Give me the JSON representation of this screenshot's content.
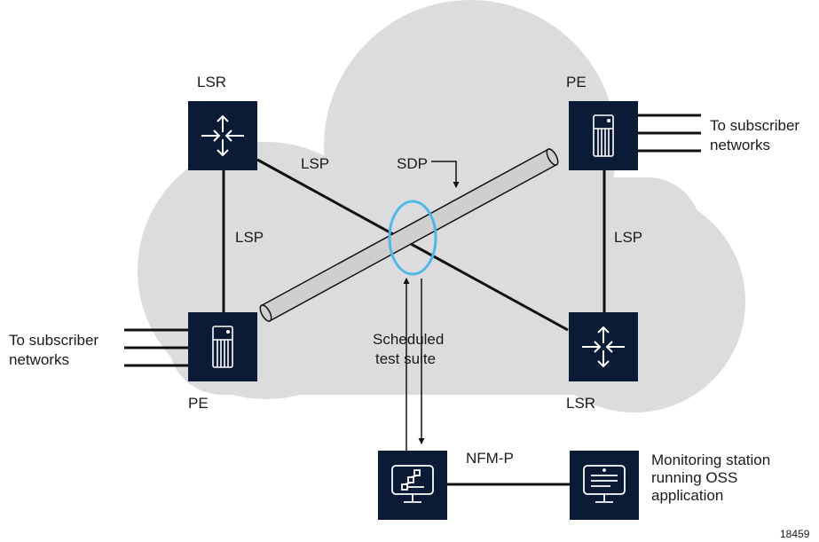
{
  "labels": {
    "lsr_top_left": "LSR",
    "pe_top_right": "PE",
    "pe_bottom_left": "PE",
    "lsr_bottom_right": "LSR",
    "lsp_diagonal": "LSP",
    "lsp_left_vertical": "LSP",
    "lsp_right_vertical": "LSP",
    "sdp": "SDP",
    "test_suite_line1": "Scheduled",
    "test_suite_line2": "test suite",
    "nfm": "NFM-P",
    "subscriber_right_line1": "To subscriber",
    "subscriber_right_line2": "networks",
    "subscriber_left_line1": "To subscriber",
    "subscriber_left_line2": "networks",
    "monitor_line1": "Monitoring station",
    "monitor_line2": "running OSS",
    "monitor_line3": "application",
    "figure_id": "18459"
  },
  "colors": {
    "node_fill": "#0b1a35",
    "cloud_fill": "#dcdcdf",
    "line": "#111111",
    "highlight": "#4fb8e6",
    "tube_fill": "#cfcfcf"
  },
  "icons": {
    "lsr_top_left": "router-icon",
    "pe_top_right": "chassis-icon",
    "pe_bottom_left": "chassis-icon",
    "lsr_bottom_right": "router-icon",
    "nfm": "workstation-topology-icon",
    "monitor": "workstation-document-icon"
  }
}
